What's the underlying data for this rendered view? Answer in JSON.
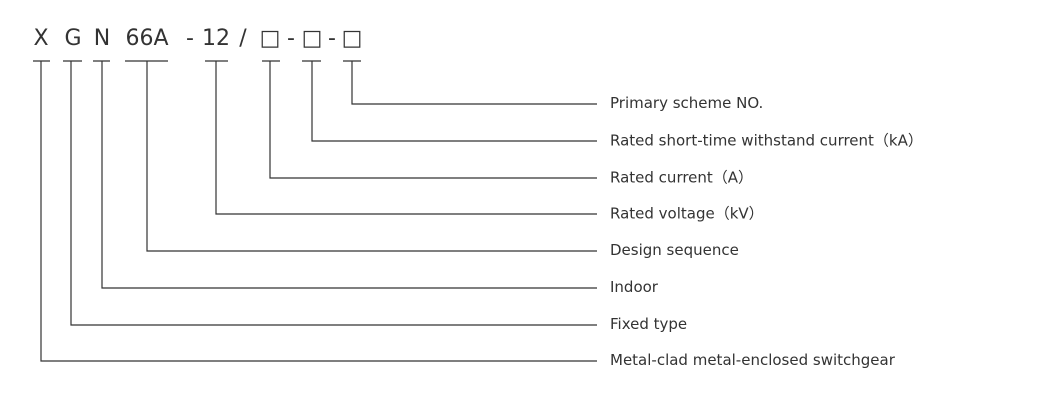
{
  "code_parts": [
    "X",
    "G",
    "N",
    "66A",
    "-",
    "12",
    "/",
    "□",
    "-",
    "□",
    "-",
    "□"
  ],
  "labels": [
    "Primary scheme NO.",
    "Rated short-time withstand current（kA）",
    "Rated current（A）",
    "Rated voltage（kV）",
    "Design sequence",
    "Indoor",
    "Fixed type",
    "Metal-clad metal-enclosed switchgear"
  ],
  "line_color": "#333333"
}
